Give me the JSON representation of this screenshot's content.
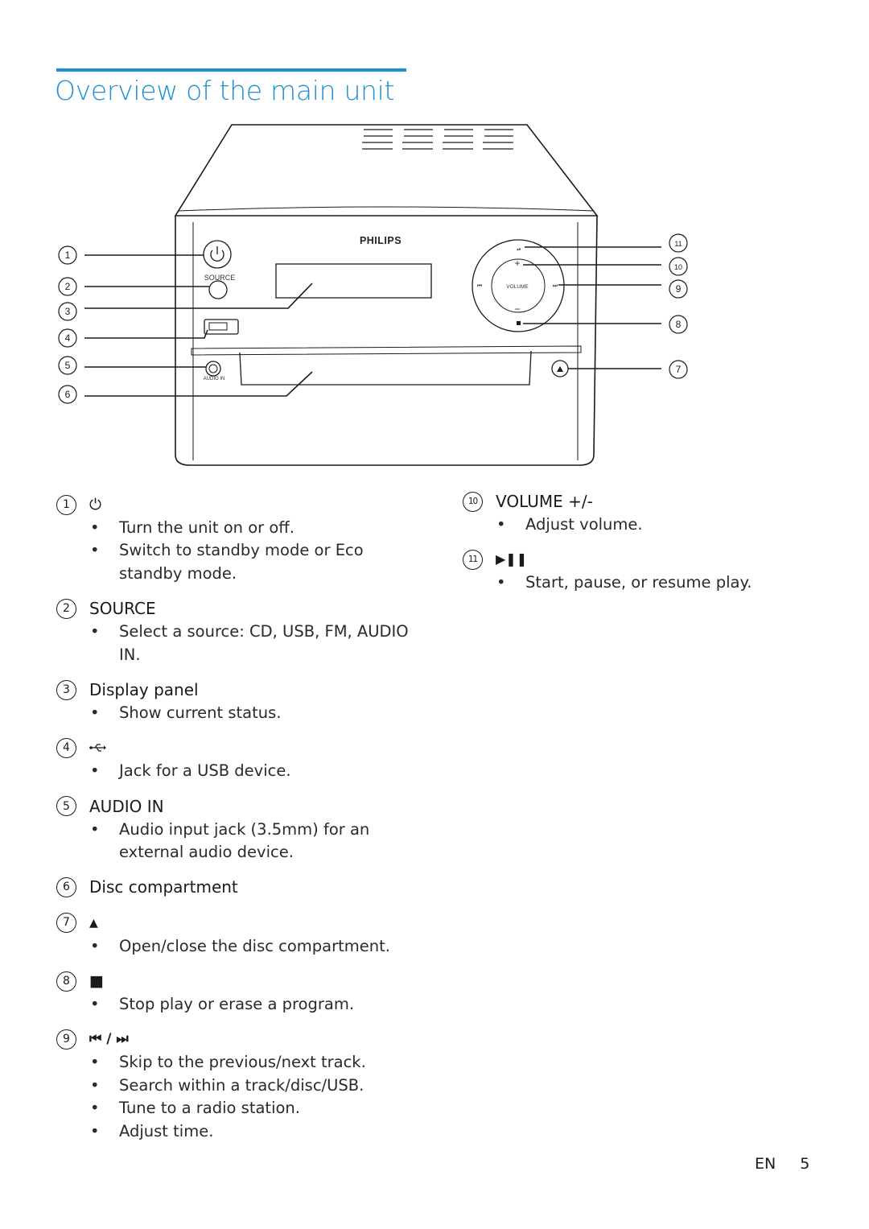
{
  "page": {
    "title": "Overview of the main unit",
    "footer_lang": "EN",
    "page_number": "5"
  },
  "diagram": {
    "brand": "PHILIPS",
    "source_label": "SOURCE",
    "audio_in_label": "AUDIO IN",
    "volume_label": "VOLUME",
    "callouts_left": [
      "1",
      "2",
      "3",
      "4",
      "5",
      "6"
    ],
    "callouts_right": [
      "11",
      "10",
      "9",
      "8",
      "7"
    ]
  },
  "items": [
    {
      "num": "1",
      "heading": "",
      "icon": "power-icon",
      "glyph": "⏻",
      "bullets": [
        "Turn the unit on or off.",
        "Switch to standby mode or Eco standby mode."
      ]
    },
    {
      "num": "2",
      "heading": "SOURCE",
      "icon": "",
      "glyph": "",
      "bullets": [
        "Select a source: CD, USB, FM, AUDIO IN."
      ]
    },
    {
      "num": "3",
      "heading": "Display panel",
      "icon": "",
      "glyph": "",
      "bullets": [
        "Show current status."
      ]
    },
    {
      "num": "4",
      "heading": "",
      "icon": "usb-icon",
      "glyph": "⭠",
      "bullets": [
        "Jack for a USB device."
      ]
    },
    {
      "num": "5",
      "heading": "AUDIO IN",
      "icon": "",
      "glyph": "",
      "bullets": [
        "Audio input jack (3.5mm) for an external audio device."
      ]
    },
    {
      "num": "6",
      "heading": "Disc compartment",
      "icon": "",
      "glyph": "",
      "bullets": []
    },
    {
      "num": "7",
      "heading": "",
      "icon": "eject-icon",
      "glyph": "▲",
      "bullets": [
        "Open/close the disc compartment."
      ]
    },
    {
      "num": "8",
      "heading": "",
      "icon": "stop-icon",
      "glyph": "■",
      "bullets": [
        "Stop play or erase a program."
      ]
    },
    {
      "num": "9",
      "heading": "",
      "icon": "prev-next-icon",
      "glyph": "⏮ / ⏭",
      "bullets": [
        "Skip to the previous/next track.",
        "Search within a track/disc/USB.",
        "Tune to a radio station.",
        "Adjust time."
      ]
    },
    {
      "num": "10",
      "heading": "VOLUME +/-",
      "icon": "",
      "glyph": "",
      "bullets": [
        "Adjust volume."
      ]
    },
    {
      "num": "11",
      "heading": "",
      "icon": "play-pause-icon",
      "glyph": "▶❚❚",
      "bullets": [
        "Start, pause, or resume play."
      ]
    }
  ]
}
